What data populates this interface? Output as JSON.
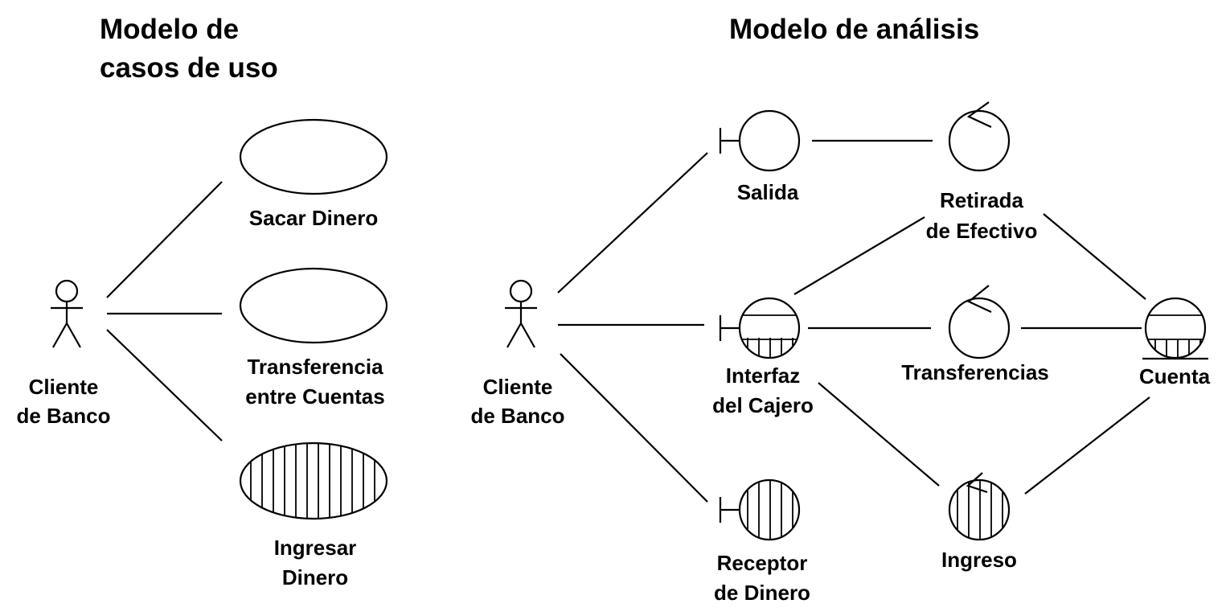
{
  "titles": {
    "use_case_line1": "Modelo de",
    "use_case_line2": "casos de uso",
    "analysis": "Modelo de análisis"
  },
  "use_case_model": {
    "actor": {
      "line1": "Cliente",
      "line2": "de Banco"
    },
    "use_cases": [
      {
        "line1": "Sacar Dinero",
        "line2": "",
        "fill": "none"
      },
      {
        "line1": "Transferencia",
        "line2": "entre Cuentas",
        "fill": "none"
      },
      {
        "line1": "Ingresar",
        "line2": "Dinero",
        "fill": "vertical-hatch"
      }
    ]
  },
  "analysis_model": {
    "actor": {
      "line1": "Cliente",
      "line2": "de Banco"
    },
    "boundaries": [
      {
        "line1": "Salida",
        "line2": "",
        "fill": "none"
      },
      {
        "line1": "Interfaz",
        "line2": "del Cajero",
        "fill": "mixed"
      },
      {
        "line1": "Receptor",
        "line2": "de Dinero",
        "fill": "vertical-hatch"
      }
    ],
    "controls": [
      {
        "line1": "Retirada",
        "line2": "de Efectivo",
        "fill": "none"
      },
      {
        "line1": "Transferencias",
        "line2": "",
        "fill": "none"
      },
      {
        "line1": "Ingreso",
        "line2": "",
        "fill": "vertical-hatch"
      }
    ],
    "entities": [
      {
        "line1": "Cuenta",
        "fill": "mixed"
      }
    ]
  },
  "colors": {
    "stroke": "#000000",
    "background": "#ffffff"
  }
}
